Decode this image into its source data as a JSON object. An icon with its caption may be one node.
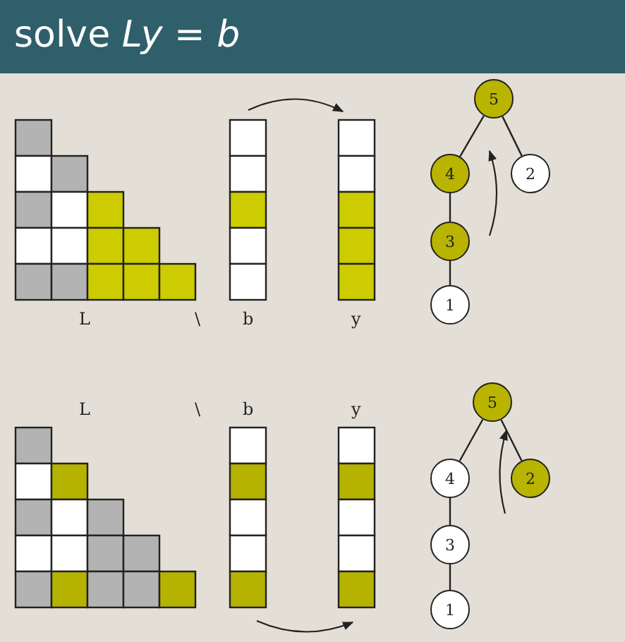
{
  "diagram": {
    "title": "solve *Ly* = *b*",
    "nodes": [
      {
        "text": [
          "5"
        ]
      },
      {
        "text": [
          "4"
        ]
      },
      {
        "text": [
          "2"
        ]
      },
      {
        "text": [
          "3"
        ]
      },
      {
        "text": [
          "1"
        ]
      },
      {
        "text": [
          "5"
        ]
      },
      {
        "text": [
          "4"
        ]
      },
      {
        "text": [
          "2"
        ]
      },
      {
        "text": [
          "3"
        ]
      },
      {
        "text": [
          "1"
        ]
      }
    ],
    "edges": [
      {
        "from": 0,
        "to": 1,
        "arrow": "none"
      },
      {
        "from": 0,
        "to": 2,
        "arrow": "none"
      },
      {
        "from": 1,
        "to": 3,
        "arrow": "none"
      },
      {
        "from": 3,
        "to": 4,
        "arrow": "none"
      },
      {
        "from": 5,
        "to": 6,
        "arrow": "none"
      },
      {
        "from": 5,
        "to": 7,
        "arrow": "none"
      },
      {
        "from": 6,
        "to": 8,
        "arrow": "none"
      },
      {
        "from": 8,
        "to": 9,
        "arrow": "none"
      }
    ],
    "labels": [
      "L",
      "\\",
      "b",
      "y",
      "L",
      "\\",
      "b",
      "y"
    ]
  }
}
